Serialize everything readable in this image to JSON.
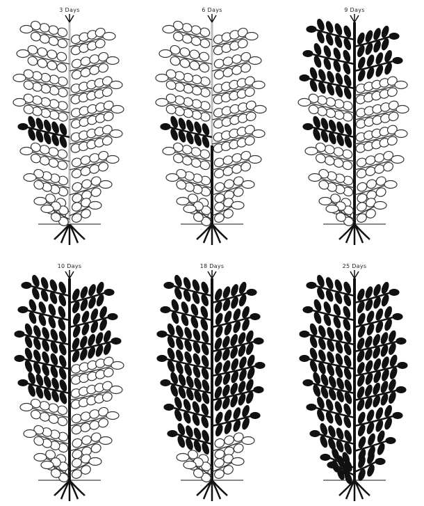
{
  "figure": {
    "panels": [
      {
        "caption": "3 Days",
        "infected_leaves": 1,
        "infected_stem": "none"
      },
      {
        "caption": "6 Days",
        "infected_leaves": 1,
        "infected_stem": "lower"
      },
      {
        "caption": "9 Days",
        "infected_leaves": 6,
        "infected_stem": "full"
      },
      {
        "caption": "10 Days",
        "infected_leaves": 8,
        "infected_stem": "full"
      },
      {
        "caption": "18 Days",
        "infected_leaves": 13,
        "infected_stem": "full"
      },
      {
        "caption": "25 Days",
        "infected_leaves": 17,
        "infected_stem": "full"
      }
    ],
    "colors": {
      "healthy_fill": "#ffffff",
      "infected_fill": "#111111",
      "outline": "#333333",
      "healthy_stem": "#bbbbbb",
      "ground": "#888888"
    }
  }
}
